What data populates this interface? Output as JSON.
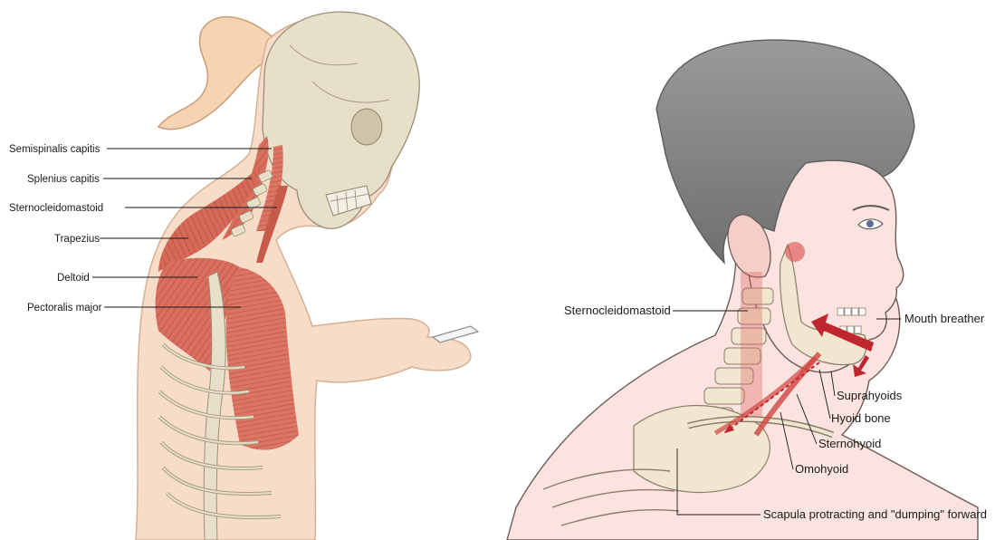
{
  "left_panel": {
    "labels": {
      "semispinalis": "Semispinalis capitis",
      "splenius": "Splenius capitis",
      "sternocleidomastoid": "Sternocleidomastoid",
      "trapezius": "Trapezius",
      "deltoid": "Deltoid",
      "pectoralis": "Pectoralis major"
    }
  },
  "right_panel": {
    "labels": {
      "sternocleidomastoid": "Sternocleidomastoid",
      "mouth_breather": "Mouth breather",
      "suprahyoids": "Suprahyoids",
      "hyoid_bone": "Hyoid bone",
      "sternohyoid": "Sternohyoid",
      "omohyoid": "Omohyoid",
      "scapula": "Scapula protracting and \"dumping\" forward"
    }
  },
  "colors": {
    "skin": "#f7dcc8",
    "muscle": "#d9705f",
    "bone": "#e8dfc9",
    "hair_left": "#f5d3b3",
    "hair_right": "#8d8d8d",
    "arrow": "#c0262d"
  }
}
